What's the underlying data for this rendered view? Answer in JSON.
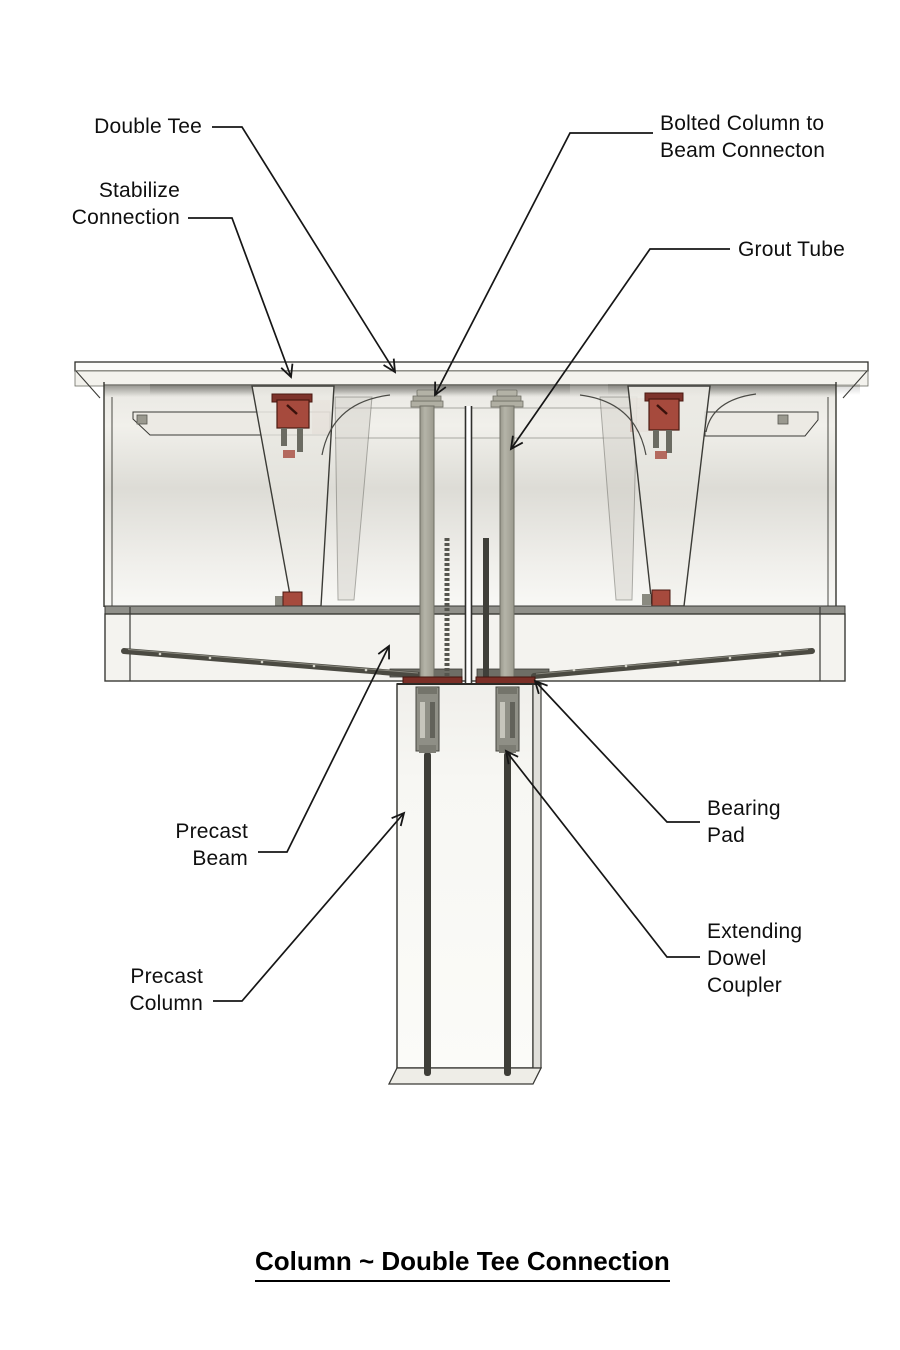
{
  "title": {
    "text": "Column ~ Double Tee Connection"
  },
  "annotations": {
    "double_tee": {
      "label": "Double Tee"
    },
    "stabilize_connection": {
      "line1": "Stabilize",
      "line2": "Connection"
    },
    "bolted_column_to_beam": {
      "line1": "Bolted Column to",
      "line2": "Beam Connecton"
    },
    "grout_tube": {
      "label": "Grout Tube"
    },
    "precast_beam": {
      "line1": "Precast",
      "line2": "Beam"
    },
    "precast_column": {
      "line1": "Precast",
      "line2": "Column"
    },
    "bearing_pad": {
      "line1": "Bearing",
      "line2": "Pad"
    },
    "extending_dowel_coupler": {
      "line1": "Extending",
      "line2": "Dowel",
      "line3": "Coupler"
    }
  },
  "colors": {
    "background": "#ffffff",
    "outline": "#2e2e2a",
    "leader_line": "#161616",
    "concrete_light": "#f2f1ec",
    "hardware_red": "#a64a3d",
    "hardware_red_dark": "#7d332b",
    "bearing_pad_red": "#7b2f27",
    "grout_tube_gray": "#a9a89c",
    "strand_dark": "#4b4a42",
    "coupler_gray": "#8f8f86"
  }
}
